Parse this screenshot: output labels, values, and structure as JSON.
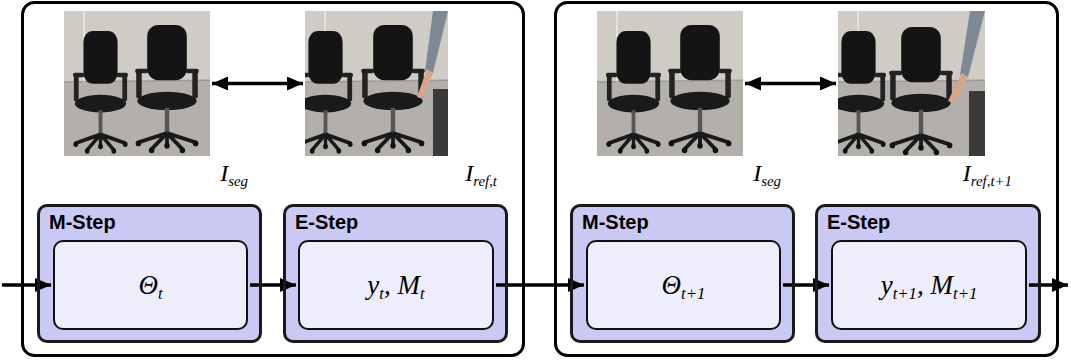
{
  "diagram": {
    "nodes": [
      {
        "text": [
          "Iseg"
        ]
      },
      {
        "text": [
          "Iref,t"
        ]
      },
      {
        "text": [
          "M-Step"
        ]
      },
      {
        "text": [
          "Θt"
        ],
        "in": 2
      },
      {
        "text": [
          "E-Step"
        ]
      },
      {
        "text": [
          "yt, Mt"
        ],
        "in": 4
      },
      {
        "text": [
          "Iseg"
        ]
      },
      {
        "text": [
          "Iref,t+1"
        ]
      },
      {
        "text": [
          "M-Step"
        ]
      },
      {
        "text": [
          "Θt+1"
        ],
        "in": 8
      },
      {
        "text": [
          "E-Step"
        ]
      },
      {
        "text": [
          "yt+1, Mt+1"
        ],
        "in": 10
      }
    ],
    "edges": [
      {
        "from": 0,
        "to": 1,
        "arrow": "both"
      },
      {
        "from": 3,
        "to": 5,
        "arrow": "to"
      },
      {
        "from": 5,
        "to": 9,
        "arrow": "to"
      },
      {
        "from": 6,
        "to": 7,
        "arrow": "both"
      },
      {
        "from": 9,
        "to": 11,
        "arrow": "to"
      }
    ]
  }
}
